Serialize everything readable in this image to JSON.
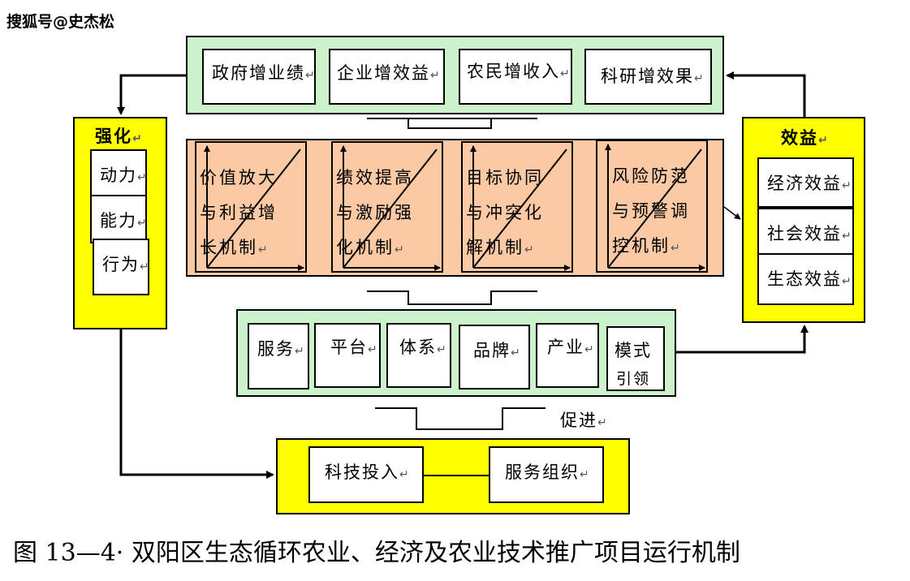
{
  "watermark": "搜狐号@史杰松",
  "top": {
    "items": [
      "政府增业绩",
      "企业增效益",
      "农民增收入",
      "科研增效果"
    ]
  },
  "left": {
    "title": "强化",
    "items": [
      "动力",
      "能力",
      "行为"
    ]
  },
  "right": {
    "title": "效益",
    "items": [
      "经济效益",
      "社会效益",
      "生态效益"
    ]
  },
  "mechanisms": [
    {
      "lines": [
        "价值放大",
        "与利益增",
        "长机制"
      ]
    },
    {
      "lines": [
        "绩效提高",
        "与激励强",
        "化机制"
      ]
    },
    {
      "lines": [
        "目标协同",
        "与冲突化",
        "解机制"
      ]
    },
    {
      "lines": [
        "风险防范",
        "与预警调",
        "控机制"
      ]
    }
  ],
  "middle": {
    "items": [
      "服务",
      "平台",
      "体系",
      "品牌",
      "产业"
    ],
    "mode_line1": "模式",
    "mode_line2": "引领"
  },
  "promote_label": "促进",
  "bottom": {
    "left_item": "科技投入",
    "right_item": "服务组织"
  },
  "return_mark": "↵",
  "caption": "图 13—4· 双阳区生态循环农业、经济及农业技术推广项目运行机制"
}
